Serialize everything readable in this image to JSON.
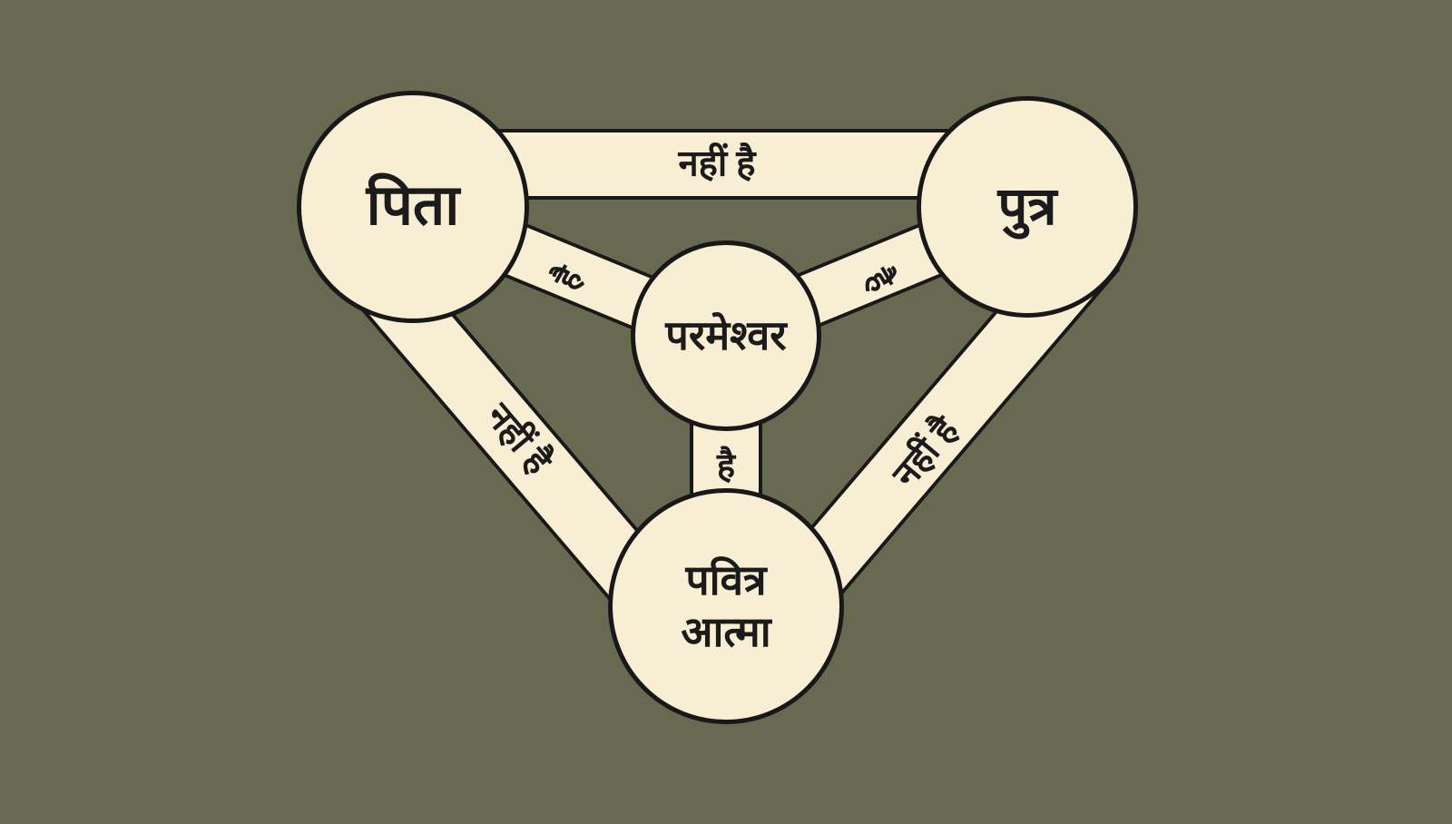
{
  "colors": {
    "background": "#676a51",
    "shape_fill": "#f7eed3",
    "outline": "#181818",
    "text": "#1b1b1b"
  },
  "nodes": {
    "father": {
      "label": "पिता"
    },
    "son": {
      "label": "पुत्र"
    },
    "god": {
      "label": "परमेश्वर"
    },
    "holy_spirit": {
      "label": "पवित्र आत्मा"
    }
  },
  "edges": {
    "father_son": {
      "label": "नहीं है"
    },
    "father_holy_spirit": {
      "label": "नहीं है"
    },
    "son_holy_spirit": {
      "label": "नहीं है"
    },
    "father_god": {
      "label": "है"
    },
    "son_god": {
      "label": "है"
    },
    "holy_spirit_god": {
      "label": "है"
    }
  }
}
